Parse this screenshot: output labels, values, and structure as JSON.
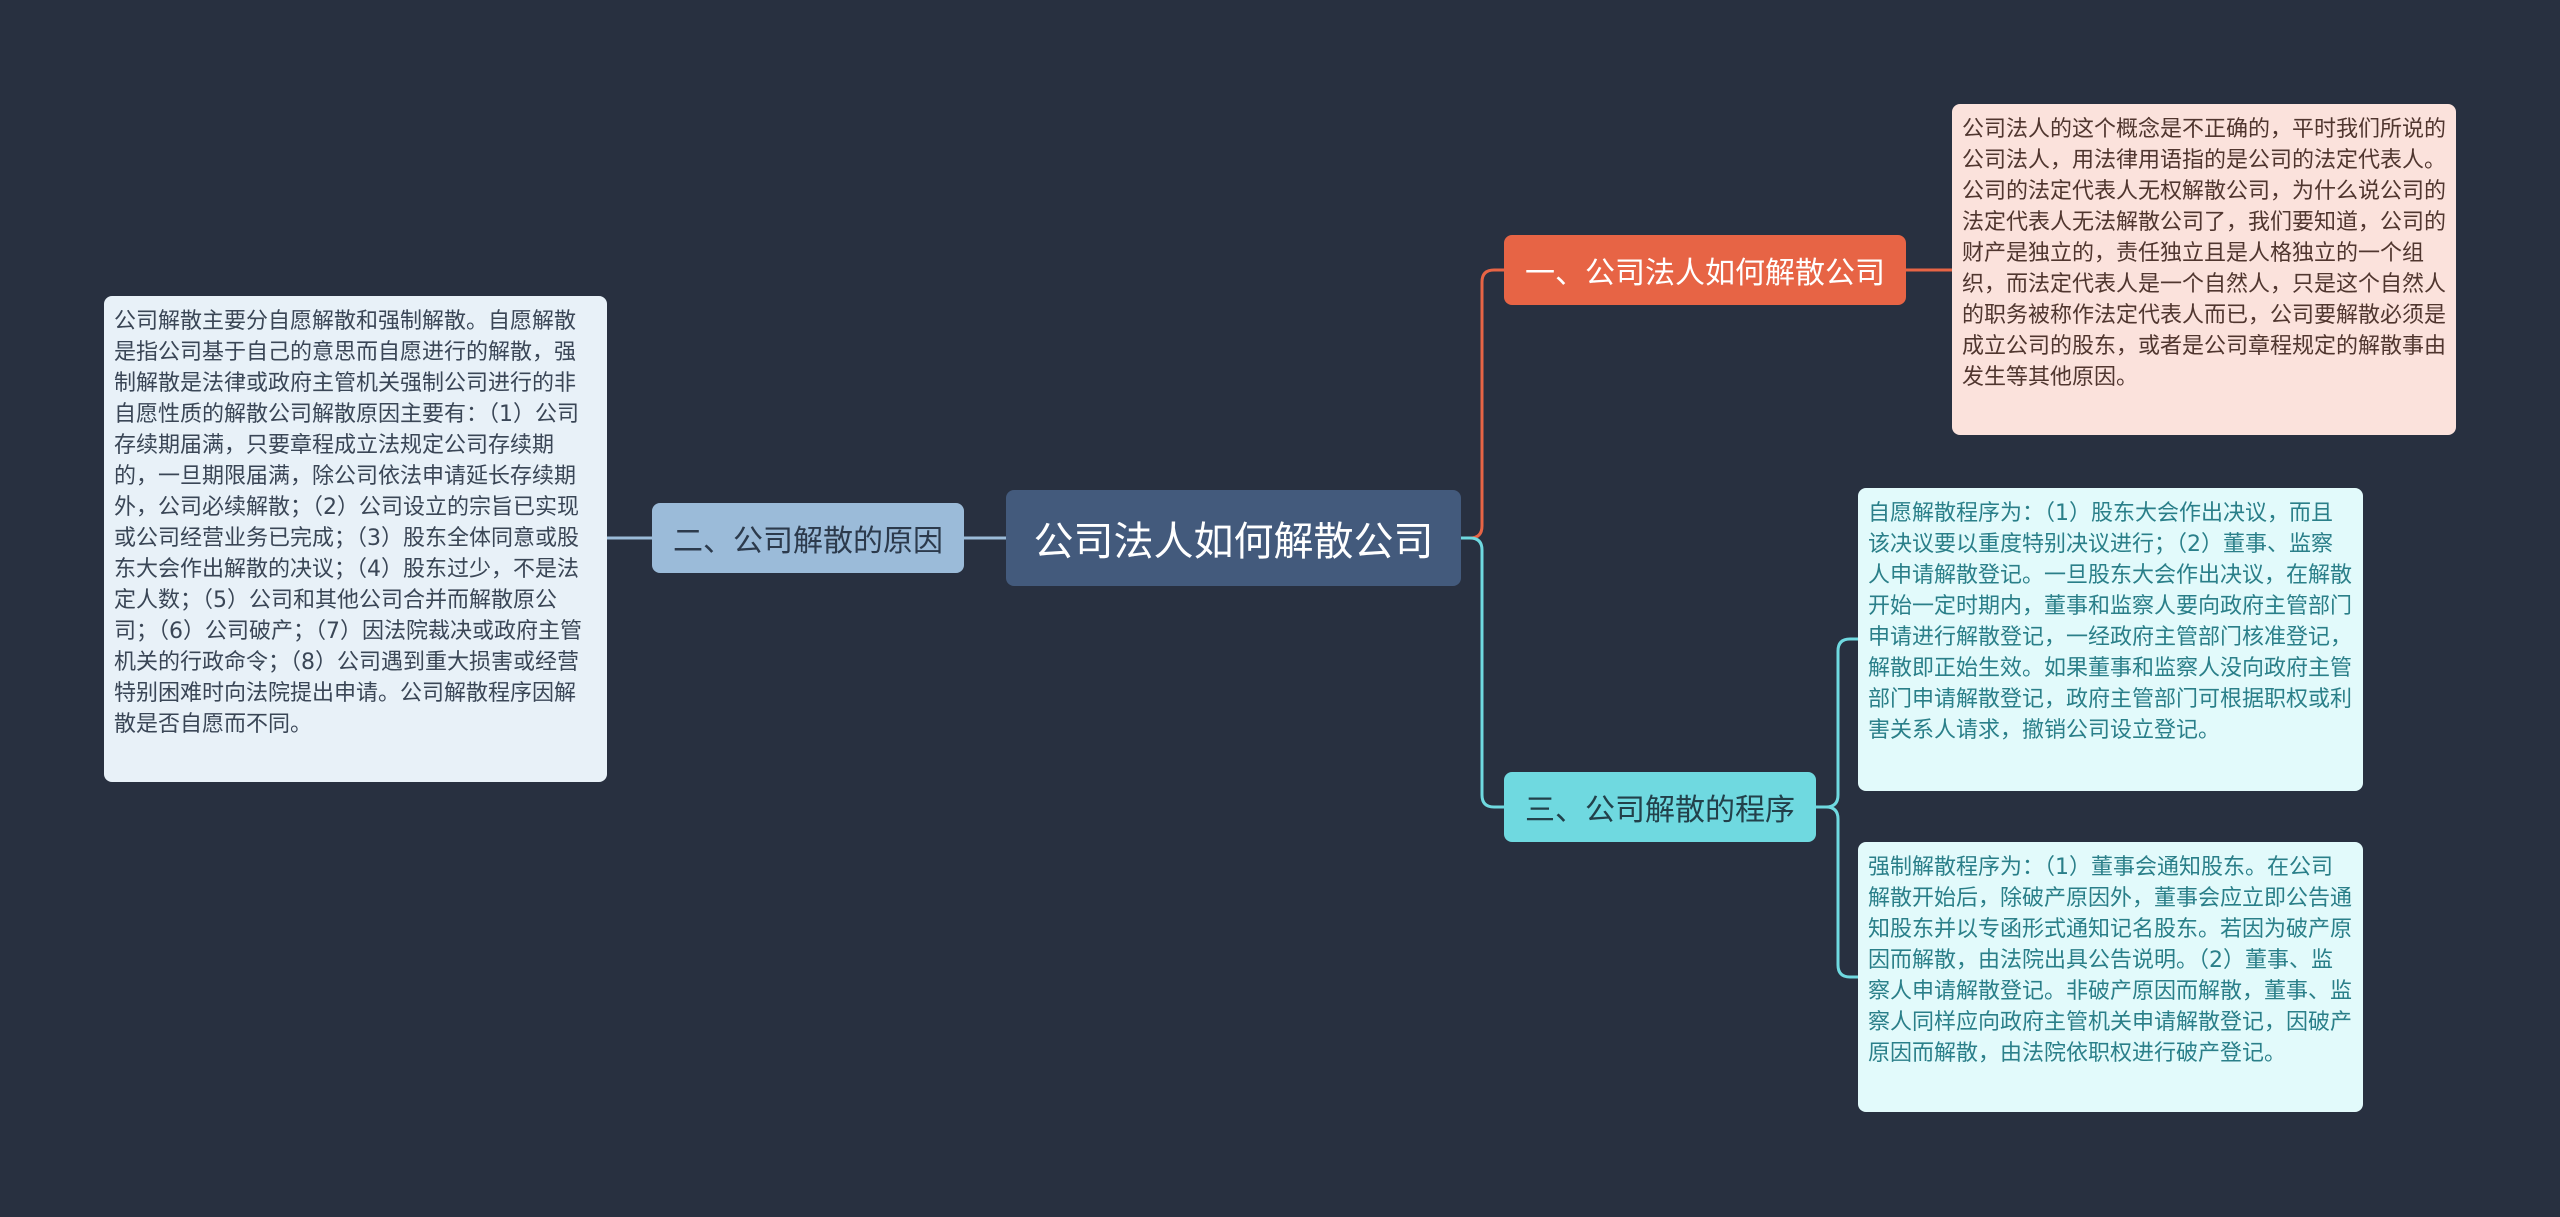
{
  "mindmap": {
    "root": {
      "label": "公司法人如何解散公司"
    },
    "branches": [
      {
        "label": "一、公司法人如何解散公司",
        "details": [
          "公司法人的这个概念是不正确的，平时我们所说的公司法人，用法律用语指的是公司的法定代表人。公司的法定代表人无权解散公司，为什么说公司的法定代表人无法解散公司了，我们要知道，公司的财产是独立的，责任独立且是人格独立的一个组织，而法定代表人是一个自然人，只是这个自然人的职务被称作法定代表人而已，公司要解散必须是成立公司的股东，或者是公司章程规定的解散事由发生等其他原因。"
        ]
      },
      {
        "label": "二、公司解散的原因",
        "details": [
          "公司解散主要分自愿解散和强制解散。自愿解散是指公司基于自己的意思而自愿进行的解散，强制解散是法律或政府主管机关强制公司进行的非自愿性质的解散公司解散原因主要有：（1）公司存续期届满，只要章程成立法规定公司存续期的，一旦期限届满，除公司依法申请延长存续期外，公司必续解散；（2）公司设立的宗旨已实现或公司经营业务已完成；（3）股东全体同意或股东大会作出解散的决议；（4）股东过少，不是法定人数；（5）公司和其他公司合并而解散原公司；（6）公司破产；（7）因法院裁决或政府主管机关的行政命令；（8）公司遇到重大损害或经营特别困难时向法院提出申请。公司解散程序因解散是否自愿而不同。"
        ]
      },
      {
        "label": "三、公司解散的程序",
        "details": [
          "自愿解散程序为：（1）股东大会作出决议，而且该决议要以重度特别决议进行；（2）董事、监察人申请解散登记。一旦股东大会作出决议，在解散开始一定时期内，董事和监察人要向政府主管部门申请进行解散登记，一经政府主管部门核准登记，解散即正始生效。如果董事和监察人没向政府主管部门申请解散登记，政府主管部门可根据职权或利害关系人请求，撤销公司设立登记。",
          "强制解散程序为：（1）董事会通知股东。在公司解散开始后，除破产原因外，董事会应立即公告通知股东并以专函形式通知记名股东。若因为破产原因而解散，由法院出具公告说明。（2）董事、监察人申请解散登记。非破产原因而解散，董事、监察人同样应向政府主管机关申请解散登记，因破产原因而解散，由法院依职权进行破产登记。"
        ]
      }
    ]
  },
  "colors": {
    "background": "#283040",
    "root": "#435a7c",
    "branch_1": "#e76445",
    "branch_2": "#9bbbd9",
    "branch_3": "#6fd9e0"
  }
}
